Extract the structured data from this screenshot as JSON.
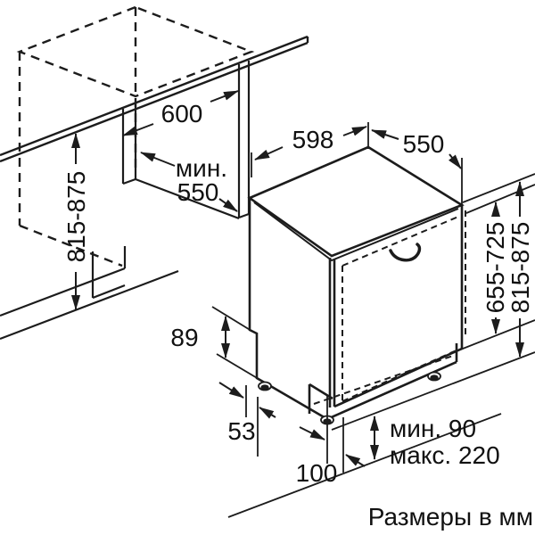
{
  "caption": "Размеры в мм",
  "dimensions": {
    "niche_width": "600",
    "niche_depth_line1": "мин.",
    "niche_depth_line2": "550",
    "niche_height": "815-875",
    "appliance_width": "598",
    "appliance_depth": "550",
    "door_height": "655-725",
    "appliance_height": "815-875",
    "base_notch_height": "89",
    "foot_side_offset": "53",
    "foot_front_offset": "100",
    "plinth_min": "мин. 90",
    "plinth_max": "макс. 220"
  },
  "colors": {
    "line": "#1c1c1c",
    "background": "#ffffff"
  }
}
